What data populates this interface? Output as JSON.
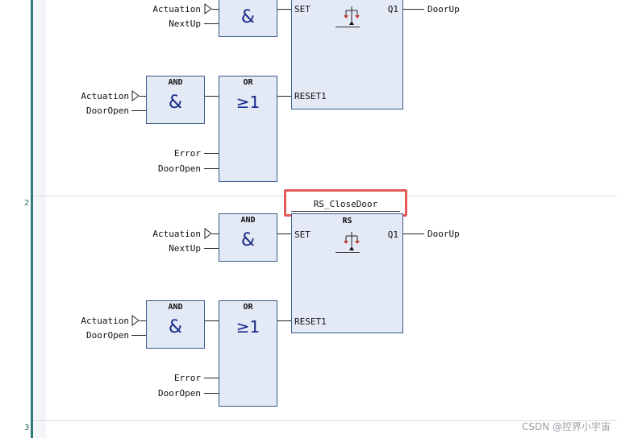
{
  "networks": [
    {
      "number": "",
      "instance_name": "",
      "rs_block": {
        "title": "",
        "pins": {
          "set": "SET",
          "reset": "RESET1",
          "out": "Q1"
        },
        "output_var": "DoorUp"
      },
      "and_top": {
        "title": "",
        "symbol": "&",
        "inputs": [
          "Actuation",
          "NextUp"
        ]
      },
      "and_bottom": {
        "title": "AND",
        "symbol": "&",
        "inputs": [
          "Actuation",
          "DoorOpen"
        ]
      },
      "or_block": {
        "title": "OR",
        "symbol": "≥1",
        "inputs": [
          "Error",
          "DoorOpen"
        ]
      }
    },
    {
      "number": "2",
      "instance_name": "RS_CloseDoor",
      "rs_block": {
        "title": "RS",
        "pins": {
          "set": "SET",
          "reset": "RESET1",
          "out": "Q1"
        },
        "output_var": "DoorUp"
      },
      "and_top": {
        "title": "AND",
        "symbol": "&",
        "inputs": [
          "Actuation",
          "NextUp"
        ]
      },
      "and_bottom": {
        "title": "AND",
        "symbol": "&",
        "inputs": [
          "Actuation",
          "DoorOpen"
        ]
      },
      "or_block": {
        "title": "OR",
        "symbol": "≥1",
        "inputs": [
          "Error",
          "DoorOpen"
        ]
      }
    },
    {
      "number": "3"
    }
  ],
  "highlight_color": "#e35a5a",
  "block_fill_color": "#e3e9f5",
  "rail_color": "#2e7b78",
  "watermark": "CSDN @控界小宇宙"
}
